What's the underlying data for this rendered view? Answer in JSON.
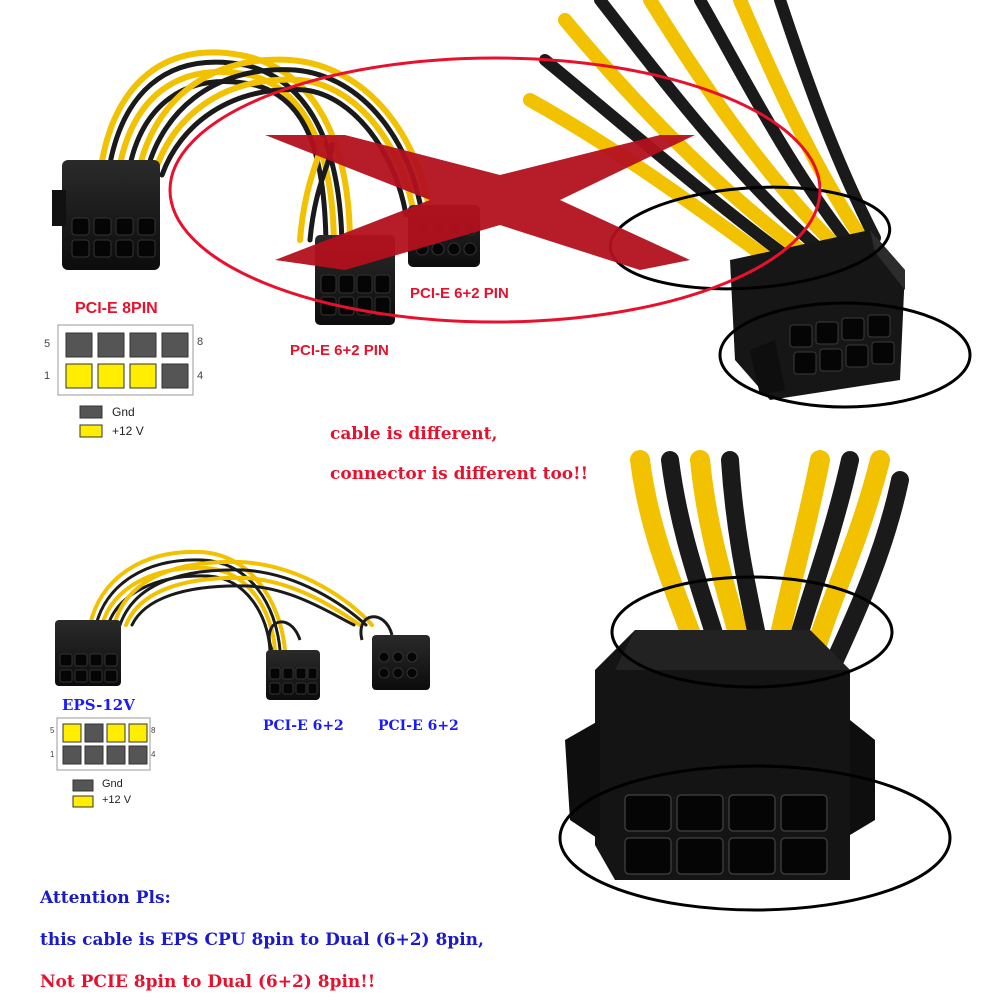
{
  "top_diagram": {
    "title": "PCI-E 8PIN",
    "pin_labels": {
      "top_left": "5",
      "top_right": "8",
      "bottom_left": "1",
      "bottom_right": "4"
    },
    "legend": [
      {
        "label": "Gnd",
        "color": "#555555"
      },
      {
        "label": "+12 V",
        "color": "#ffee00"
      }
    ]
  },
  "top_photo_labels": {
    "connector_a": "PCI-E 6+2 PIN",
    "connector_b": "PCI-E 6+2 PIN"
  },
  "warning": {
    "line1": "cable is different,",
    "line2": "connector is different too!!"
  },
  "bottom_diagram": {
    "title": "EPS-12V",
    "pin_labels": {
      "top_left": "5",
      "top_right": "8",
      "bottom_left": "1",
      "bottom_right": "4"
    },
    "legend": [
      {
        "label": "Gnd",
        "color": "#555555"
      },
      {
        "label": "+12 V",
        "color": "#ffee00"
      }
    ]
  },
  "bottom_photo_labels": {
    "connector_a": "PCI-E 6+2",
    "connector_b": "PCI-E 6+2"
  },
  "attention": {
    "heading": "Attention Pls:",
    "line1": "this cable is EPS CPU 8pin to Dual (6+2) 8pin,",
    "line2": "Not PCIE 8pin to Dual (6+2) 8pin!!"
  },
  "colors": {
    "wire_yellow": "#f2c200",
    "wire_black": "#1a1a1a",
    "connector": "#141414",
    "red_accent": "#e8112d",
    "blue_text": "#1a1aff"
  }
}
